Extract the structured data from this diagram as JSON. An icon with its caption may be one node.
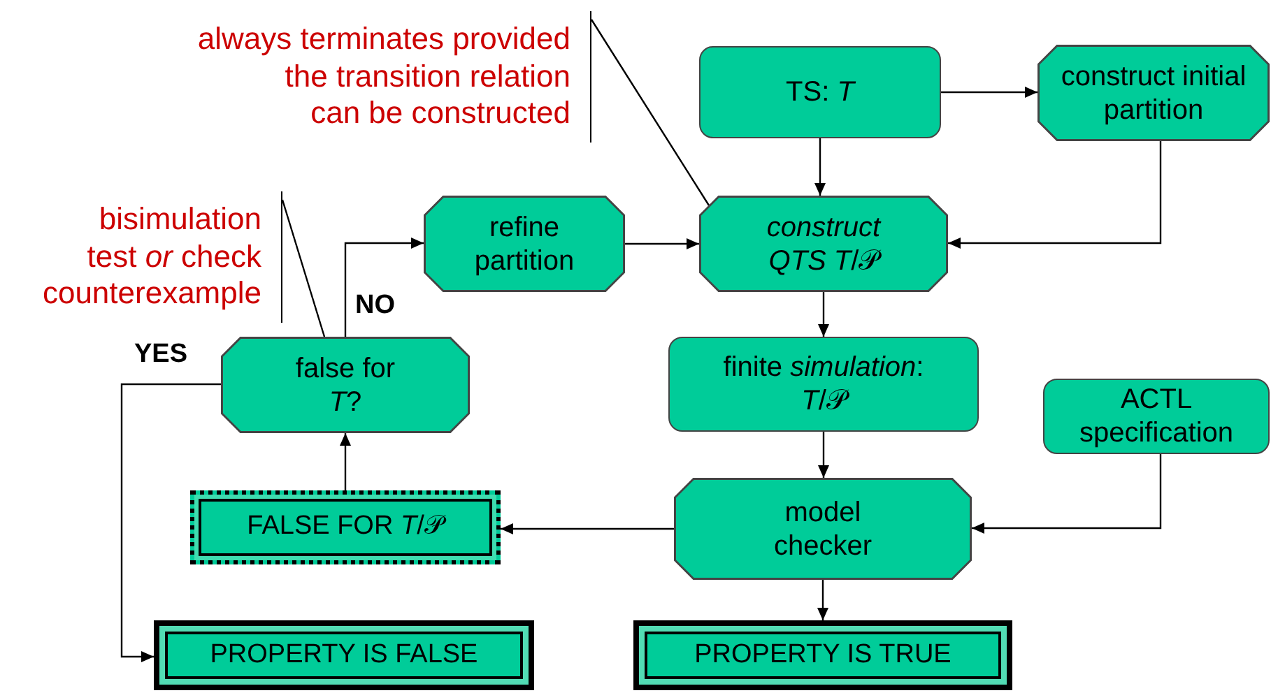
{
  "diagram": {
    "nodes": [
      {
        "text": [
          "always terminates provided the transition relation can be constructed"
        ]
      },
      {
        "text": [
          "TS: *T*"
        ]
      },
      {
        "text": [
          "construct initial partition"
        ]
      },
      {
        "text": [
          "refine partition"
        ]
      },
      {
        "text": [
          "*construct QTS T*/𝒫"
        ]
      },
      {
        "text": [
          "false for *T*?"
        ]
      },
      {
        "text": [
          "finite *simulation*: *T*/𝒫"
        ]
      },
      {
        "text": [
          "ACTL specification"
        ]
      },
      {
        "text": [
          "FALSE FOR *T*/𝒫"
        ]
      },
      {
        "text": [
          "model checker"
        ]
      },
      {
        "text": [
          "PROPERTY IS FALSE"
        ]
      },
      {
        "text": [
          "PROPERTY IS TRUE"
        ]
      },
      {
        "text": [
          "bisimulation test *or* check counterexample"
        ]
      }
    ],
    "edges": [
      {
        "from": 1,
        "to": 2,
        "arrow": "to"
      },
      {
        "from": 1,
        "to": 4,
        "arrow": "to"
      },
      {
        "from": 2,
        "to": 4,
        "arrow": "to"
      },
      {
        "from": 3,
        "to": 4,
        "arrow": "to"
      },
      {
        "from": 5,
        "to": 3,
        "arrow": "to",
        "label": "NO"
      },
      {
        "from": 4,
        "to": 6,
        "arrow": "to"
      },
      {
        "from": 6,
        "to": 9,
        "arrow": "to"
      },
      {
        "from": 7,
        "to": 9,
        "arrow": "to"
      },
      {
        "from": 9,
        "to": 8,
        "arrow": "to"
      },
      {
        "from": 8,
        "to": 5,
        "arrow": "to"
      },
      {
        "from": 9,
        "to": 11,
        "arrow": "to"
      },
      {
        "from": 5,
        "to": 10,
        "arrow": "to",
        "label": "YES"
      },
      {
        "from": 0,
        "to": 4,
        "arrow": "none"
      },
      {
        "from": 12,
        "to": 5,
        "arrow": "none"
      }
    ]
  }
}
